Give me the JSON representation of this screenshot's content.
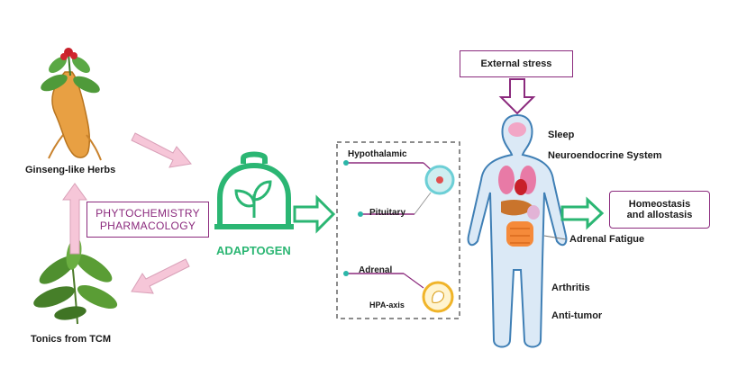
{
  "herbs": {
    "ginseng_label": "Ginseng-like Herbs",
    "tcm_label": "Tonics from TCM"
  },
  "science_box": {
    "line1": "PHYTOCHEMISTRY",
    "line2": "PHARMACOLOGY"
  },
  "adaptogen": {
    "label": "ADAPTOGEN",
    "color": "#2bb673"
  },
  "hpa_panel": {
    "hypothalamic": "Hypothalamic",
    "pituitary": "Pituitary",
    "adrenal": "Adrenal",
    "hpa_axis": "HPA-axis"
  },
  "body": {
    "external_stress": "External stress",
    "sleep": "Sleep",
    "neuroendocrine": "Neuroendocrine System",
    "adrenal_fatigue": "Adrenal Fatigue",
    "arthritis": "Arthritis",
    "anti_tumor": "Anti-tumor"
  },
  "outcome": {
    "line1": "Homeostasis",
    "line2": "and allostasis"
  },
  "colors": {
    "pink_arrow": "#f6c6d8",
    "pink_outline": "#d9a0b8",
    "green": "#2bb673",
    "purple": "#8b2a7d",
    "body_blue": "#3f7fb5",
    "body_fill": "#dbe9f6"
  }
}
